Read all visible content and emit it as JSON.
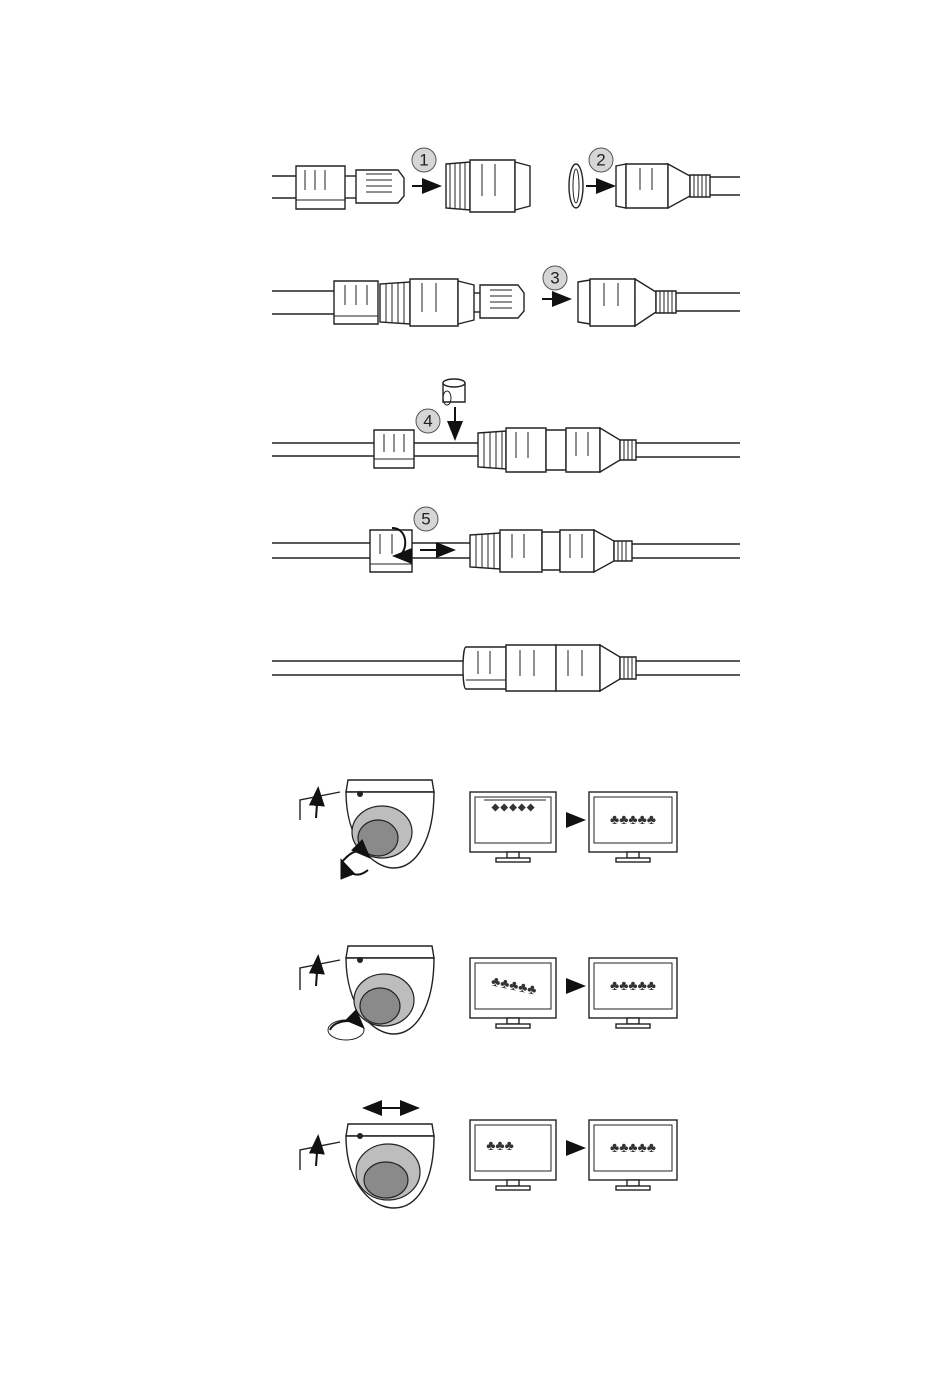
{
  "steps": [
    {
      "label": "1"
    },
    {
      "label": "2"
    },
    {
      "label": "3"
    },
    {
      "label": "4"
    },
    {
      "label": "5"
    }
  ],
  "icons": {
    "step_badge": "numbered-circle",
    "cable": "network-cable",
    "rj45": "rj45-plug-icon",
    "camera": "dome-camera-icon",
    "monitor": "monitor-icon",
    "wrench": "hex-key-icon"
  },
  "colors": {
    "line": "#222222",
    "badge_fill": "#d6d6d6",
    "lens_grey": "#bdbdbd"
  }
}
